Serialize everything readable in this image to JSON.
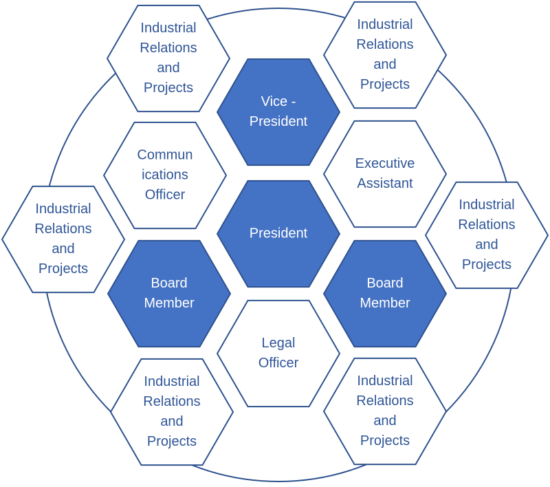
{
  "colors": {
    "filled": "#4472C4",
    "stroke": "#2F528F",
    "text_dark": "#2F5597",
    "text_light": "#FFFFFF"
  },
  "nodes": [
    {
      "id": "president",
      "label": "President",
      "filled": true
    },
    {
      "id": "vice-president",
      "label": "Vice -\nPresident",
      "filled": true
    },
    {
      "id": "executive-assistant",
      "label": "Executive\nAssistant",
      "filled": false
    },
    {
      "id": "communications-officer",
      "label": "Commun\nications\nOfficer",
      "filled": false
    },
    {
      "id": "board-member-left",
      "label": "Board\nMember",
      "filled": true
    },
    {
      "id": "board-member-right",
      "label": "Board\nMember",
      "filled": true
    },
    {
      "id": "legal-officer",
      "label": "Legal\nOfficer",
      "filled": false
    },
    {
      "id": "industrial-relations-top-left",
      "label": "Industrial\nRelations\nand\nProjects",
      "filled": false
    },
    {
      "id": "industrial-relations-top-right",
      "label": "Industrial\nRelations\nand\nProjects",
      "filled": false
    },
    {
      "id": "industrial-relations-left",
      "label": "Industrial\nRelations\nand\nProjects",
      "filled": false
    },
    {
      "id": "industrial-relations-right",
      "label": "Industrial\nRelations\nand\nProjects",
      "filled": false
    },
    {
      "id": "industrial-relations-bottom-left",
      "label": "Industrial\nRelations\nand\nProjects",
      "filled": false
    },
    {
      "id": "industrial-relations-bottom-right",
      "label": "Industrial\nRelations\nand\nProjects",
      "filled": false
    }
  ]
}
